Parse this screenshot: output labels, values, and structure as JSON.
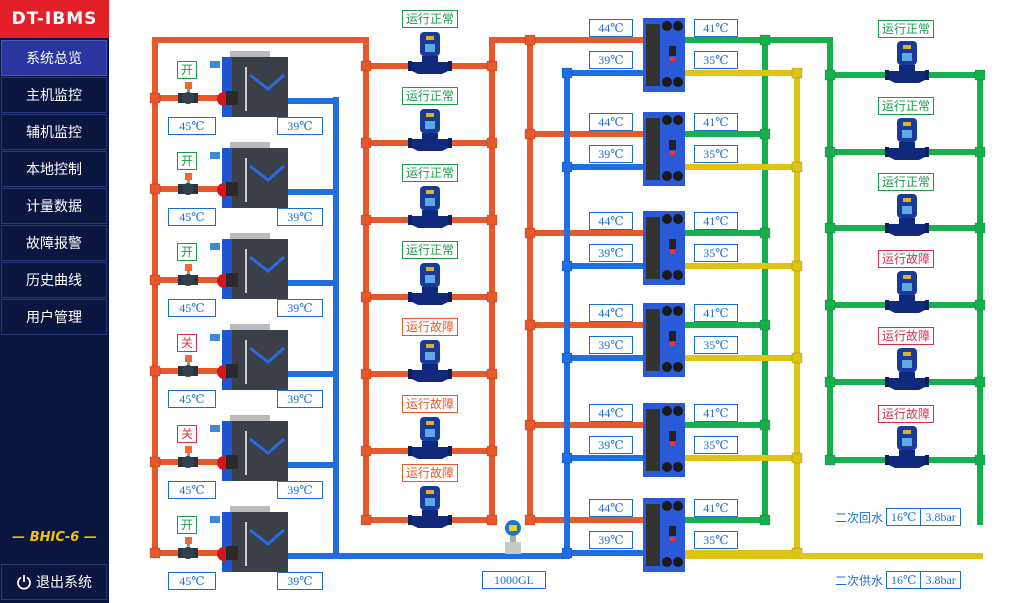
{
  "app": {
    "title": "DT-IBMS",
    "model": "BHIC-6"
  },
  "sidebar": {
    "items": [
      {
        "label": "系统总览",
        "active": true
      },
      {
        "label": "主机监控"
      },
      {
        "label": "辅机监控"
      },
      {
        "label": "本地控制"
      },
      {
        "label": "计量数据"
      },
      {
        "label": "故障报警"
      },
      {
        "label": "历史曲线"
      },
      {
        "label": "用户管理"
      }
    ],
    "logout_label": "退出系统",
    "logout_icon": "power-icon"
  },
  "boilers": [
    {
      "valve_state": "开",
      "status": "open",
      "inlet_temp": "45℃",
      "outlet_temp": "39℃"
    },
    {
      "valve_state": "开",
      "status": "open",
      "inlet_temp": "45℃",
      "outlet_temp": "39℃"
    },
    {
      "valve_state": "开",
      "status": "open",
      "inlet_temp": "45℃",
      "outlet_temp": "39℃"
    },
    {
      "valve_state": "关",
      "status": "closed",
      "inlet_temp": "45℃",
      "outlet_temp": "39℃"
    },
    {
      "valve_state": "关",
      "status": "closed",
      "inlet_temp": "45℃",
      "outlet_temp": "39℃"
    },
    {
      "valve_state": "开",
      "status": "open",
      "inlet_temp": "45℃",
      "outlet_temp": "39℃"
    }
  ],
  "primary_pumps": [
    {
      "status": "运行正常",
      "state": "ok"
    },
    {
      "status": "运行正常",
      "state": "ok"
    },
    {
      "status": "运行正常",
      "state": "ok"
    },
    {
      "status": "运行正常",
      "state": "ok"
    },
    {
      "status": "运行故障",
      "state": "fault"
    },
    {
      "status": "运行故障",
      "state": "fault"
    },
    {
      "status": "运行故障",
      "state": "fault"
    }
  ],
  "flow_meter": {
    "value": "1000GL"
  },
  "heat_exchangers": [
    {
      "hot_in": "44℃",
      "hot_out": "39℃",
      "cold_out": "41℃",
      "cold_in": "35℃"
    },
    {
      "hot_in": "44℃",
      "hot_out": "39℃",
      "cold_out": "41℃",
      "cold_in": "35℃"
    },
    {
      "hot_in": "44℃",
      "hot_out": "39℃",
      "cold_out": "41℃",
      "cold_in": "35℃"
    },
    {
      "hot_in": "44℃",
      "hot_out": "39℃",
      "cold_out": "41℃",
      "cold_in": "35℃"
    },
    {
      "hot_in": "44℃",
      "hot_out": "39℃",
      "cold_out": "41℃",
      "cold_in": "35℃"
    },
    {
      "hot_in": "44℃",
      "hot_out": "39℃",
      "cold_out": "41℃",
      "cold_in": "35℃"
    }
  ],
  "secondary_pumps": [
    {
      "status": "运行正常",
      "state": "ok"
    },
    {
      "status": "运行正常",
      "state": "ok"
    },
    {
      "status": "运行正常",
      "state": "ok"
    },
    {
      "status": "运行故障",
      "state": "fault"
    },
    {
      "status": "运行故障",
      "state": "fault"
    },
    {
      "status": "运行故障",
      "state": "fault"
    }
  ],
  "secondary_return": {
    "label": "二次回水",
    "temp": "16℃",
    "pressure": "3.8bar"
  },
  "secondary_supply": {
    "label": "二次供水",
    "temp": "16℃",
    "pressure": "3.8bar"
  },
  "colors": {
    "hot": "#e8582a",
    "return": "#1f6fe0",
    "green": "#17b04e",
    "yellow": "#e0c414",
    "ok": "#1c9a4c",
    "fault": "#e65a2a",
    "fault_alt": "#d9304a",
    "accent": "#1a6fd0",
    "sidebar_bg": "#0b1640",
    "logo_bg": "#e3202a"
  }
}
